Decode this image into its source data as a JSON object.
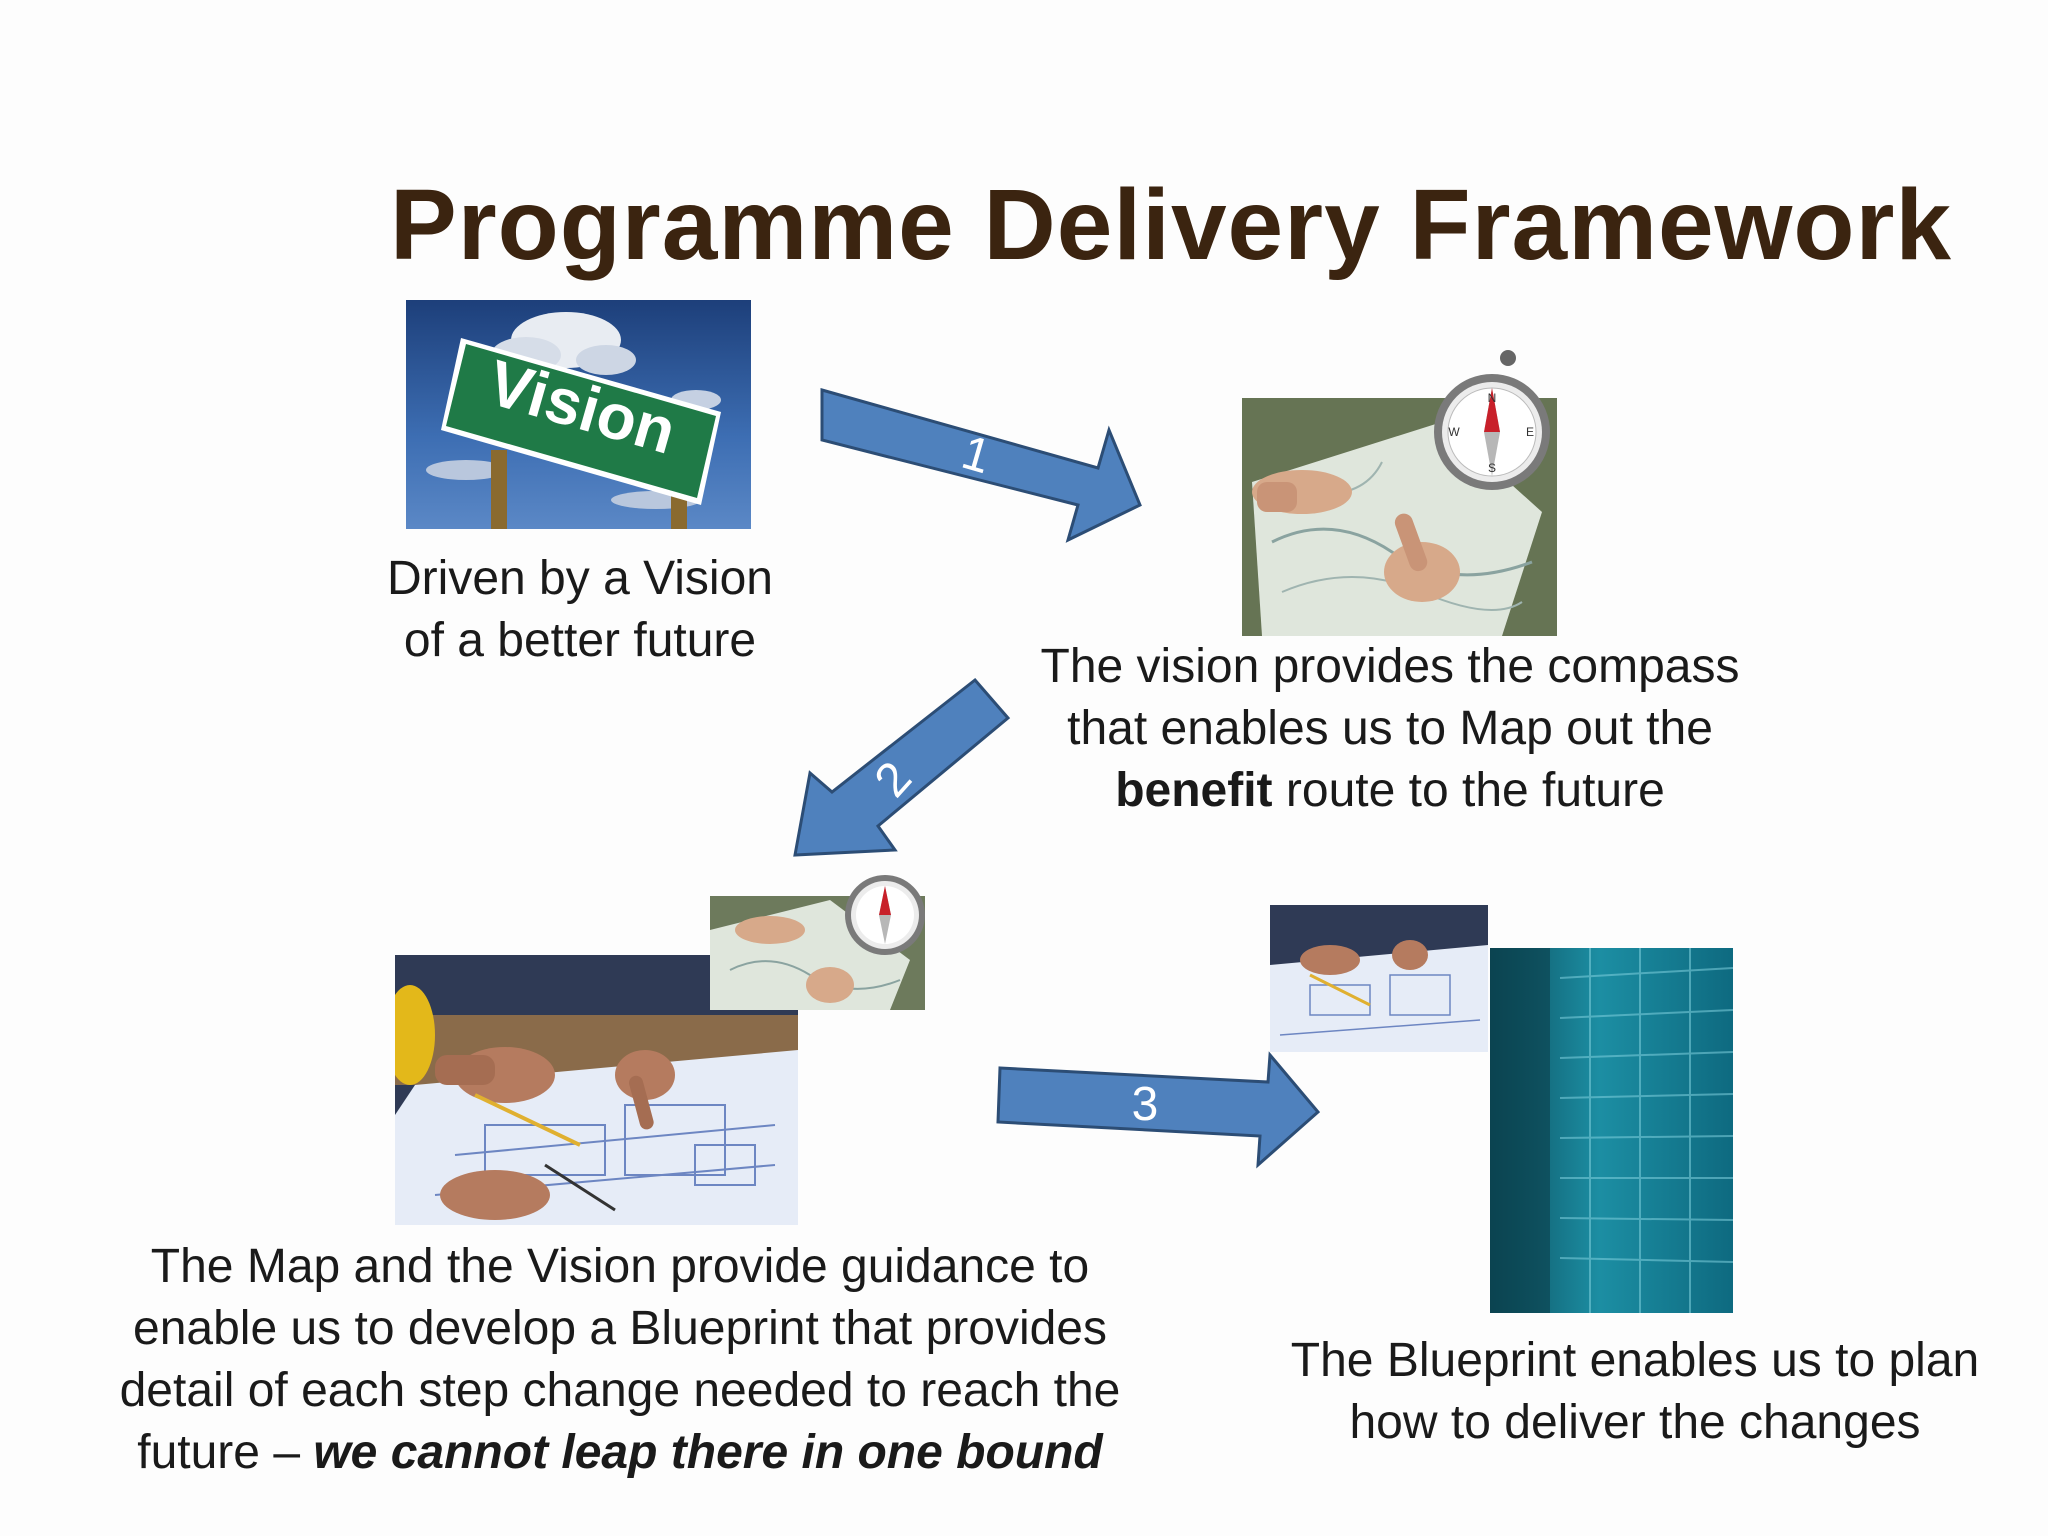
{
  "title": "Programme Delivery Framework",
  "vision_sign_text": "Vision",
  "captions": {
    "vision": [
      "Driven by a Vision",
      "of a better future"
    ],
    "compass": {
      "line1": "The vision provides the compass",
      "line2": "that enables us to Map out the",
      "bold": "benefit",
      "line3_rest": " route to the future"
    },
    "blueprint": {
      "line1": "The Map and the Vision provide guidance to",
      "line2": "enable us to develop a Blueprint that provides",
      "line3": "detail of each step change needed to reach the",
      "line4_start": "future – ",
      "line4_emphasis": "we cannot leap there in one bound"
    },
    "plan": [
      "The Blueprint enables us to plan",
      "how to deliver the changes"
    ]
  },
  "arrows": {
    "one": "1",
    "two": "2",
    "three": "3"
  },
  "colors": {
    "title": "#3b2410",
    "arrow_fill": "#4f81bd",
    "arrow_stroke": "#2c4d75",
    "sign_green": "#1f7a47",
    "sky": "#2f5a9c"
  }
}
